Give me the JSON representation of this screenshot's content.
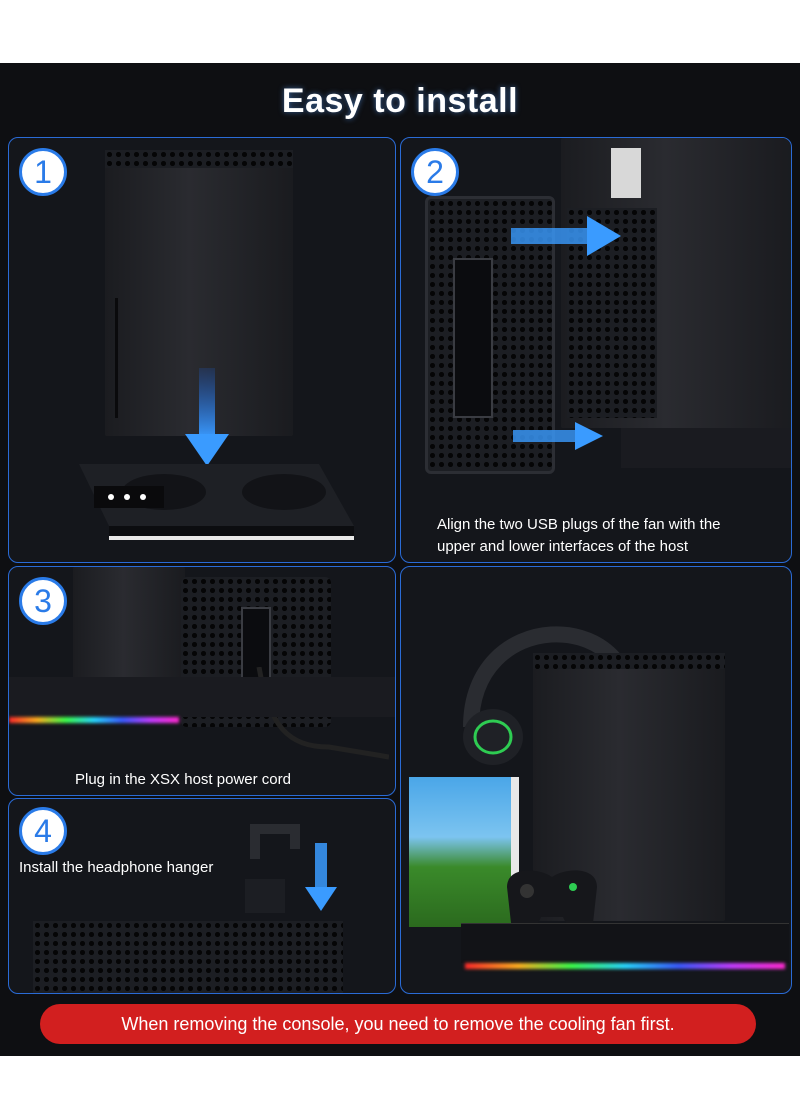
{
  "header": {
    "title": "Easy to install"
  },
  "steps": [
    {
      "number": "1",
      "caption": ""
    },
    {
      "number": "2",
      "caption_line1": "Align the two USB plugs of the fan with the",
      "caption_line2": "upper and lower interfaces of the host"
    },
    {
      "number": "3",
      "caption": "Plug in the XSX host power cord"
    },
    {
      "number": "4",
      "caption": "Install the headphone hanger"
    }
  ],
  "footer": {
    "warning": "When removing the console, you need to remove the cooling fan first."
  },
  "colors": {
    "background": "#0e0f12",
    "panel_border": "#2a6bd6",
    "badge": "#2a7be8",
    "warning": "#d21f1f"
  },
  "icons": [
    "down-arrow-icon",
    "right-arrow-icon",
    "controller-icon"
  ]
}
